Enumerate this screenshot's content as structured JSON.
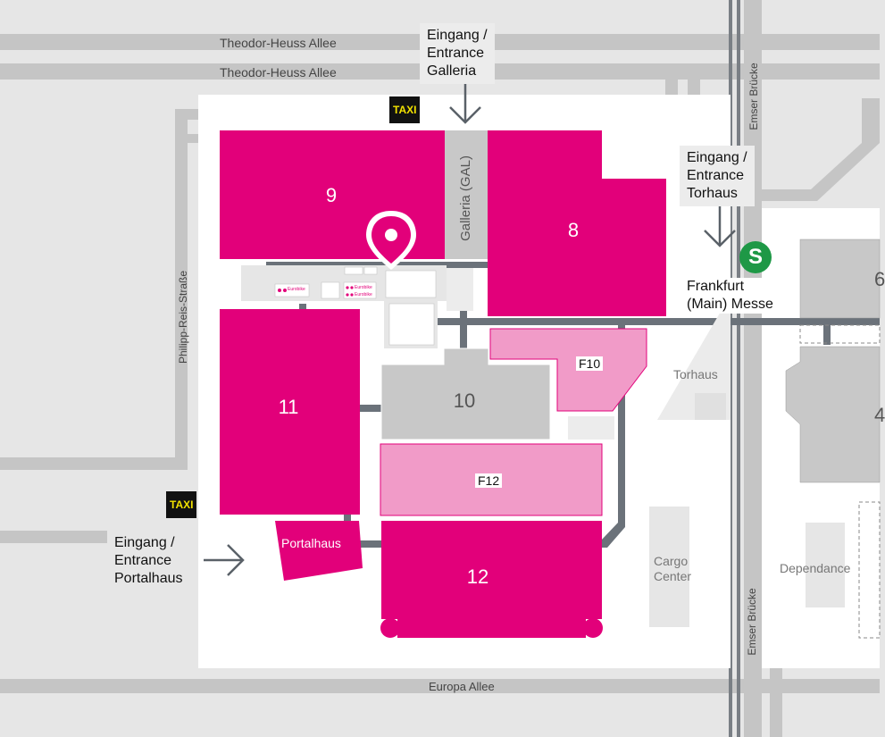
{
  "streets": {
    "theodor_top": "Theodor-Heuss Allee",
    "theodor_bottom": "Theodor-Heuss Allee",
    "philipp_reis": "Philipp-Reis-Straße",
    "emser_top": "Emser Brücke",
    "emser_bottom": "Emser Brücke",
    "europa": "Europa Allee"
  },
  "entrances": {
    "galleria": [
      "Eingang /",
      "Entrance",
      "Galleria"
    ],
    "torhaus": [
      "Eingang /",
      "Entrance",
      "Torhaus"
    ],
    "portalhaus": [
      "Eingang /",
      "Entrance",
      "Portalhaus"
    ]
  },
  "taxi": {
    "top": "TAXI",
    "left": "TAXI"
  },
  "station": {
    "badge": "S",
    "name": [
      "Frankfurt",
      "(Main) Messe"
    ]
  },
  "halls": {
    "h9": "9",
    "h8": "8",
    "h11": "11",
    "h10": "10",
    "h12": "12",
    "f10": "F10",
    "f12": "F12",
    "galleria": "Galleria (GAL)",
    "portalhaus": "Portalhaus"
  },
  "buildings": {
    "torhaus": "Torhaus",
    "cargo": [
      "Cargo",
      "Center"
    ],
    "dependance": "Dependance",
    "h6": "6",
    "h4": "4"
  },
  "booths": {
    "eurobike1": "Eurobike",
    "eurobike2": "Eurobike",
    "eurobike3": "Eurobike"
  },
  "colors": {
    "magenta": "#e2007a",
    "light_pink": "#f19bc8",
    "grey_road": "#c7c7c7",
    "connector": "#6b727a",
    "station_green": "#1e9846"
  }
}
